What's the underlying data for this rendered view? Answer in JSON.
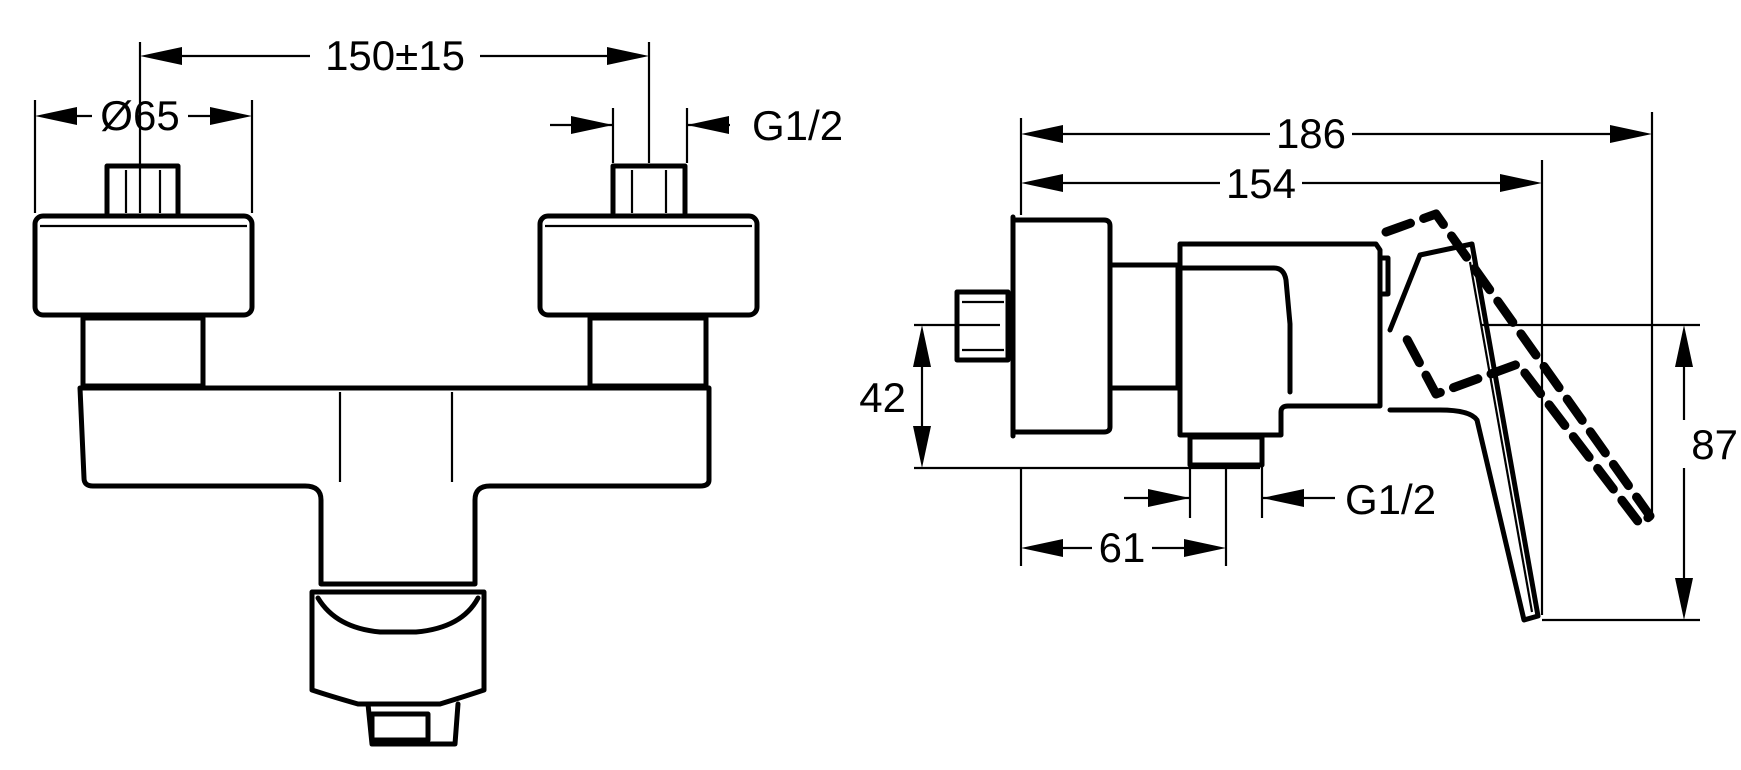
{
  "dimensions": {
    "centers_distance": "150±15",
    "cover_diameter": "Ø65",
    "inlet_thread": "G1/2",
    "total_depth": "186",
    "body_depth": "154",
    "height_offset": "42",
    "outlet_offset": "61",
    "outlet_thread": "G1/2",
    "lever_height": "87"
  },
  "colors": {
    "line": "#000000",
    "background": "#ffffff"
  }
}
